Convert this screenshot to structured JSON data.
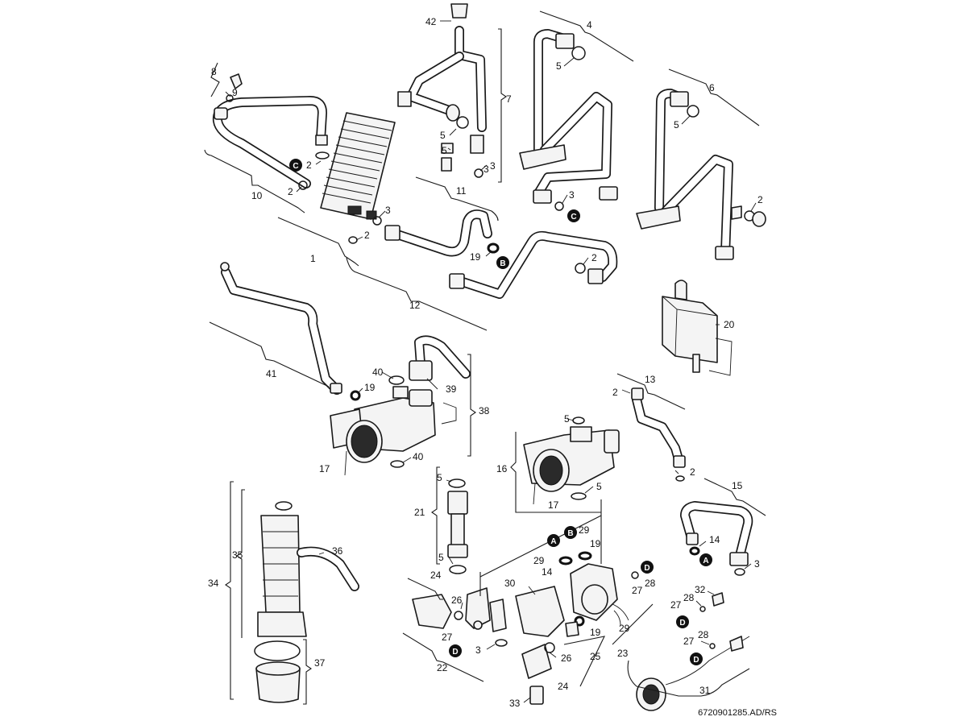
{
  "labels": {
    "l1": "1",
    "l2a": "2",
    "l2b": "2",
    "l2c": "2",
    "l2d": "2",
    "l2e": "2",
    "l2f": "2",
    "l2g": "2",
    "l3a": "3",
    "l3b": "3",
    "l3c": "3",
    "l3d": "3",
    "l3e": "3",
    "l3f": "3",
    "l4": "4",
    "l5a": "5",
    "l5b": "5",
    "l5c": "5",
    "l5d": "5",
    "l5e": "5",
    "l5f": "5",
    "l5g": "5",
    "l5h": "5",
    "l6": "6",
    "l7": "7",
    "l8": "8",
    "l9": "9",
    "l10": "10",
    "l11": "11",
    "l12": "12",
    "l13": "13",
    "l14a": "14",
    "l14b": "14",
    "l15": "15",
    "l16": "16",
    "l17a": "17",
    "l17b": "17",
    "l19a": "19",
    "l19b": "19",
    "l19c": "19",
    "l19d": "19",
    "l20": "20",
    "l21": "21",
    "l22": "22",
    "l23": "23",
    "l24a": "24",
    "l24b": "24",
    "l25": "25",
    "l26a": "26",
    "l26b": "26",
    "l27a": "27",
    "l27b": "27",
    "l27c": "27",
    "l27d": "27",
    "l28a": "28",
    "l28b": "28",
    "l28c": "28",
    "l29a": "29",
    "l29b": "29",
    "l29c": "29",
    "l30": "30",
    "l31": "31",
    "l32": "32",
    "l33": "33",
    "l34": "34",
    "l35": "35",
    "l36": "36",
    "l37": "37",
    "l38": "38",
    "l39": "39",
    "l40a": "40",
    "l40b": "40",
    "l41": "41",
    "l42": "42"
  },
  "markers": {
    "c1": "C",
    "c2": "C",
    "b1": "B",
    "b2": "B",
    "a1": "A",
    "a2": "A",
    "d1": "D",
    "d2": "D",
    "d3": "D",
    "d4": "D"
  },
  "reference_code": "6720901285.AD/RS",
  "colors": {
    "line": "#1a1a1a",
    "fill": "#f4f4f4",
    "marker": "#111111"
  }
}
